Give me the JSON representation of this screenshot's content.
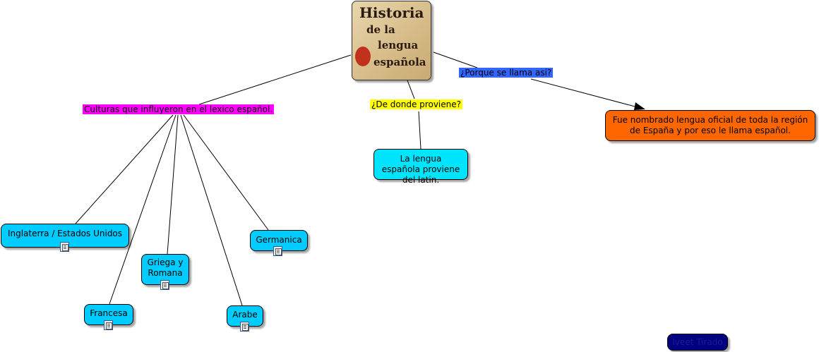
{
  "central_image": {
    "lines": [
      "Historia",
      "de la",
      "lengua",
      "española"
    ],
    "colors": {
      "frame": "#333333",
      "text": "#2a1a10",
      "seal": "#c0321c"
    }
  },
  "link_labels": {
    "culturas": "Culturas que influyeron en el lexico español.",
    "proviene": "¿De donde proviene?",
    "porque": "¿Porque se llama asi?"
  },
  "nodes": {
    "latin": "La lengua española proviene del latin.",
    "oficial": "Fue nombrado lengua oficial de toda la región de España y por eso le llama español.",
    "inglaterra": "Inglaterra / Estados Unidos",
    "germanica": "Germanica",
    "griega": "Griega y Romana",
    "francesa": "Francesa",
    "arabe": "Arabe",
    "author": "Iveet Tirado"
  },
  "colors": {
    "culturas_label_bg": "#ff00ff",
    "proviene_label_bg": "#ffff00",
    "porque_label_bg": "#3366ff",
    "concept_node_bg": "#00ccff",
    "latin_node_bg": "#00e5ff",
    "oficial_node_bg": "#ff6600",
    "author_node_bg": "#000080",
    "author_text": "#1d1d90",
    "line": "#000000"
  },
  "icons": {
    "resource": "document-resource-icon"
  }
}
